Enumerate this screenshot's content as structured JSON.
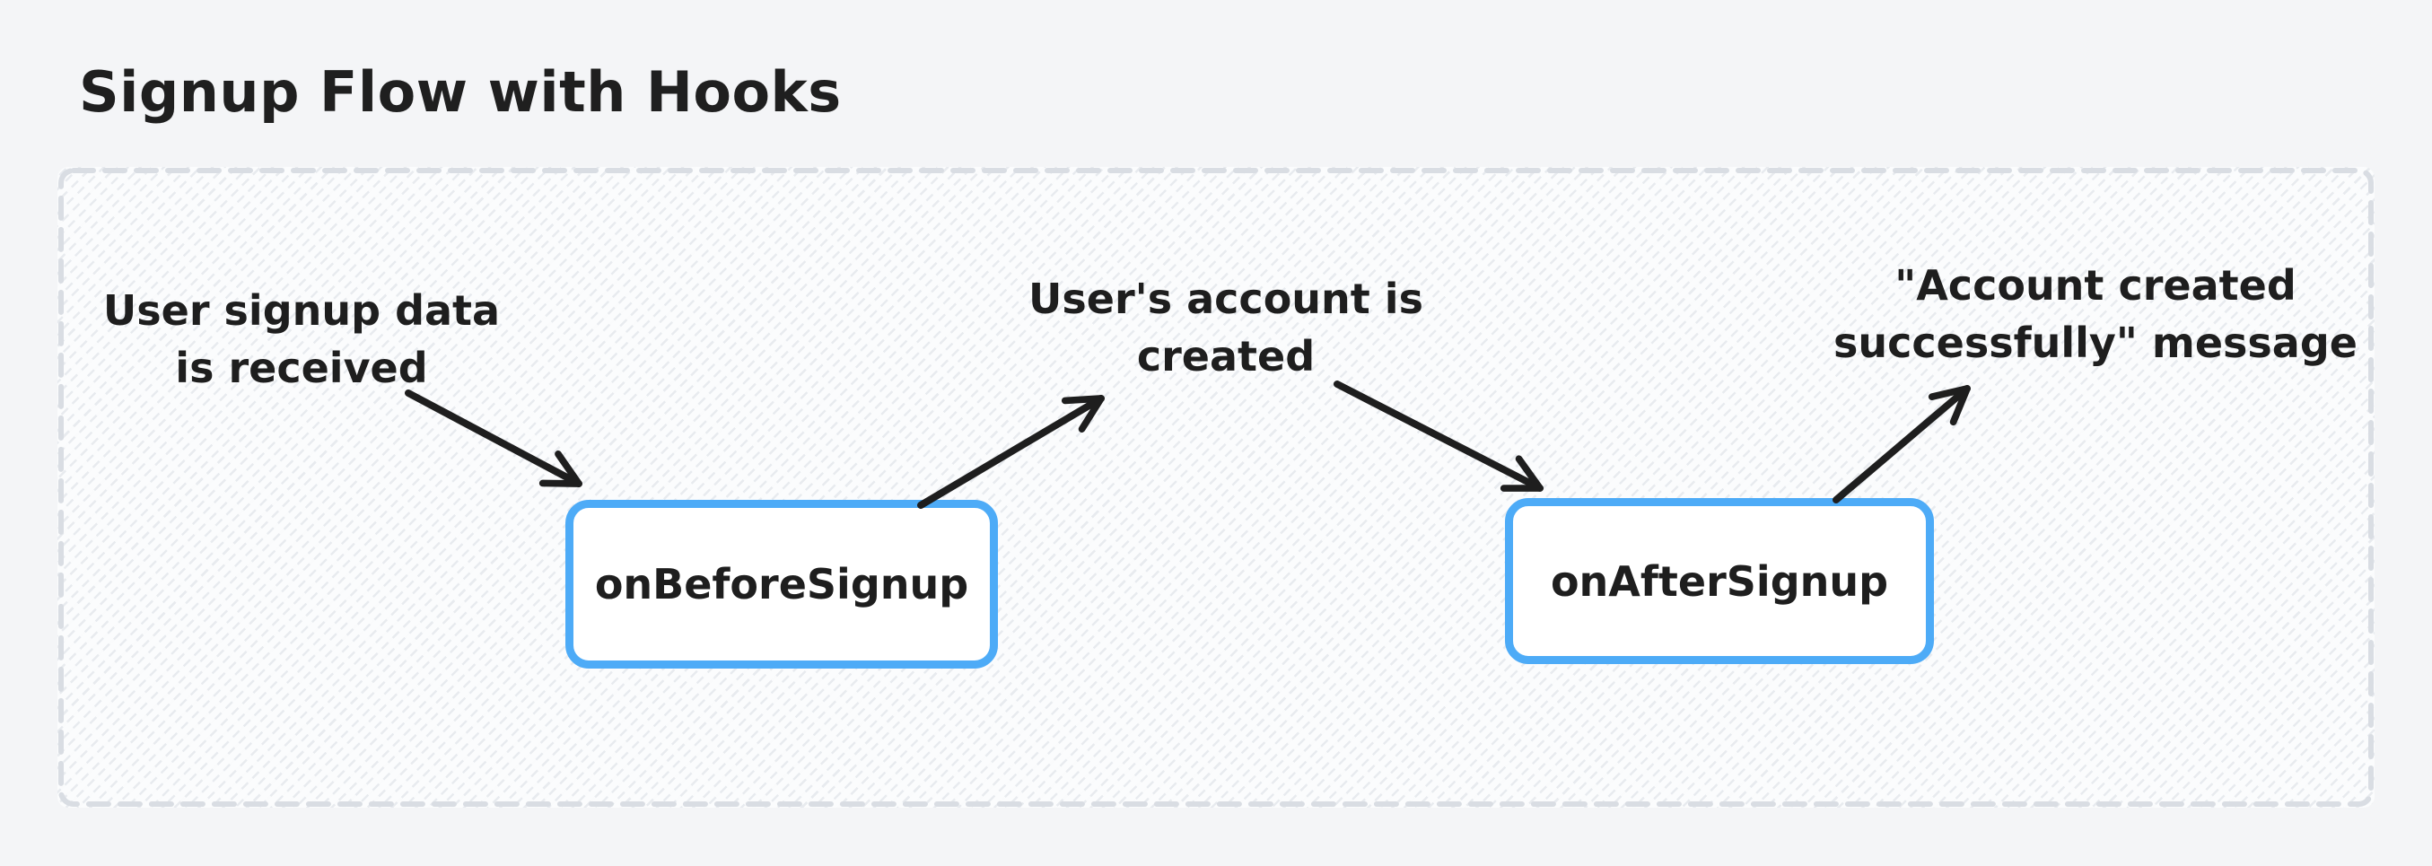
{
  "page": {
    "title": "Signup Flow with Hooks"
  },
  "colors": {
    "canvas_background": "#f4f5f7",
    "container_fill": "#fbfcfd",
    "container_hatch": "#e8ebef",
    "container_dashed_border": "#d9dde3",
    "node_border_blue": "#4dabf7",
    "node_fill": "#ffffff",
    "ink": "#1e1e1e"
  },
  "diagram": {
    "annotations": [
      {
        "id": "signup-data-received",
        "lines": [
          "User signup data",
          "is received"
        ]
      },
      {
        "id": "account-created",
        "lines": [
          "User's account is",
          "created"
        ]
      },
      {
        "id": "success-message",
        "lines": [
          "\"Account created",
          "successfully\" message"
        ]
      }
    ],
    "nodes": [
      {
        "id": "on-before-signup",
        "label": "onBeforeSignup"
      },
      {
        "id": "on-after-signup",
        "label": "onAfterSignup"
      }
    ],
    "arrows": [
      {
        "from": "signup-data-received",
        "to": "on-before-signup"
      },
      {
        "from": "on-before-signup",
        "to": "account-created"
      },
      {
        "from": "account-created",
        "to": "on-after-signup"
      },
      {
        "from": "on-after-signup",
        "to": "success-message"
      }
    ]
  }
}
